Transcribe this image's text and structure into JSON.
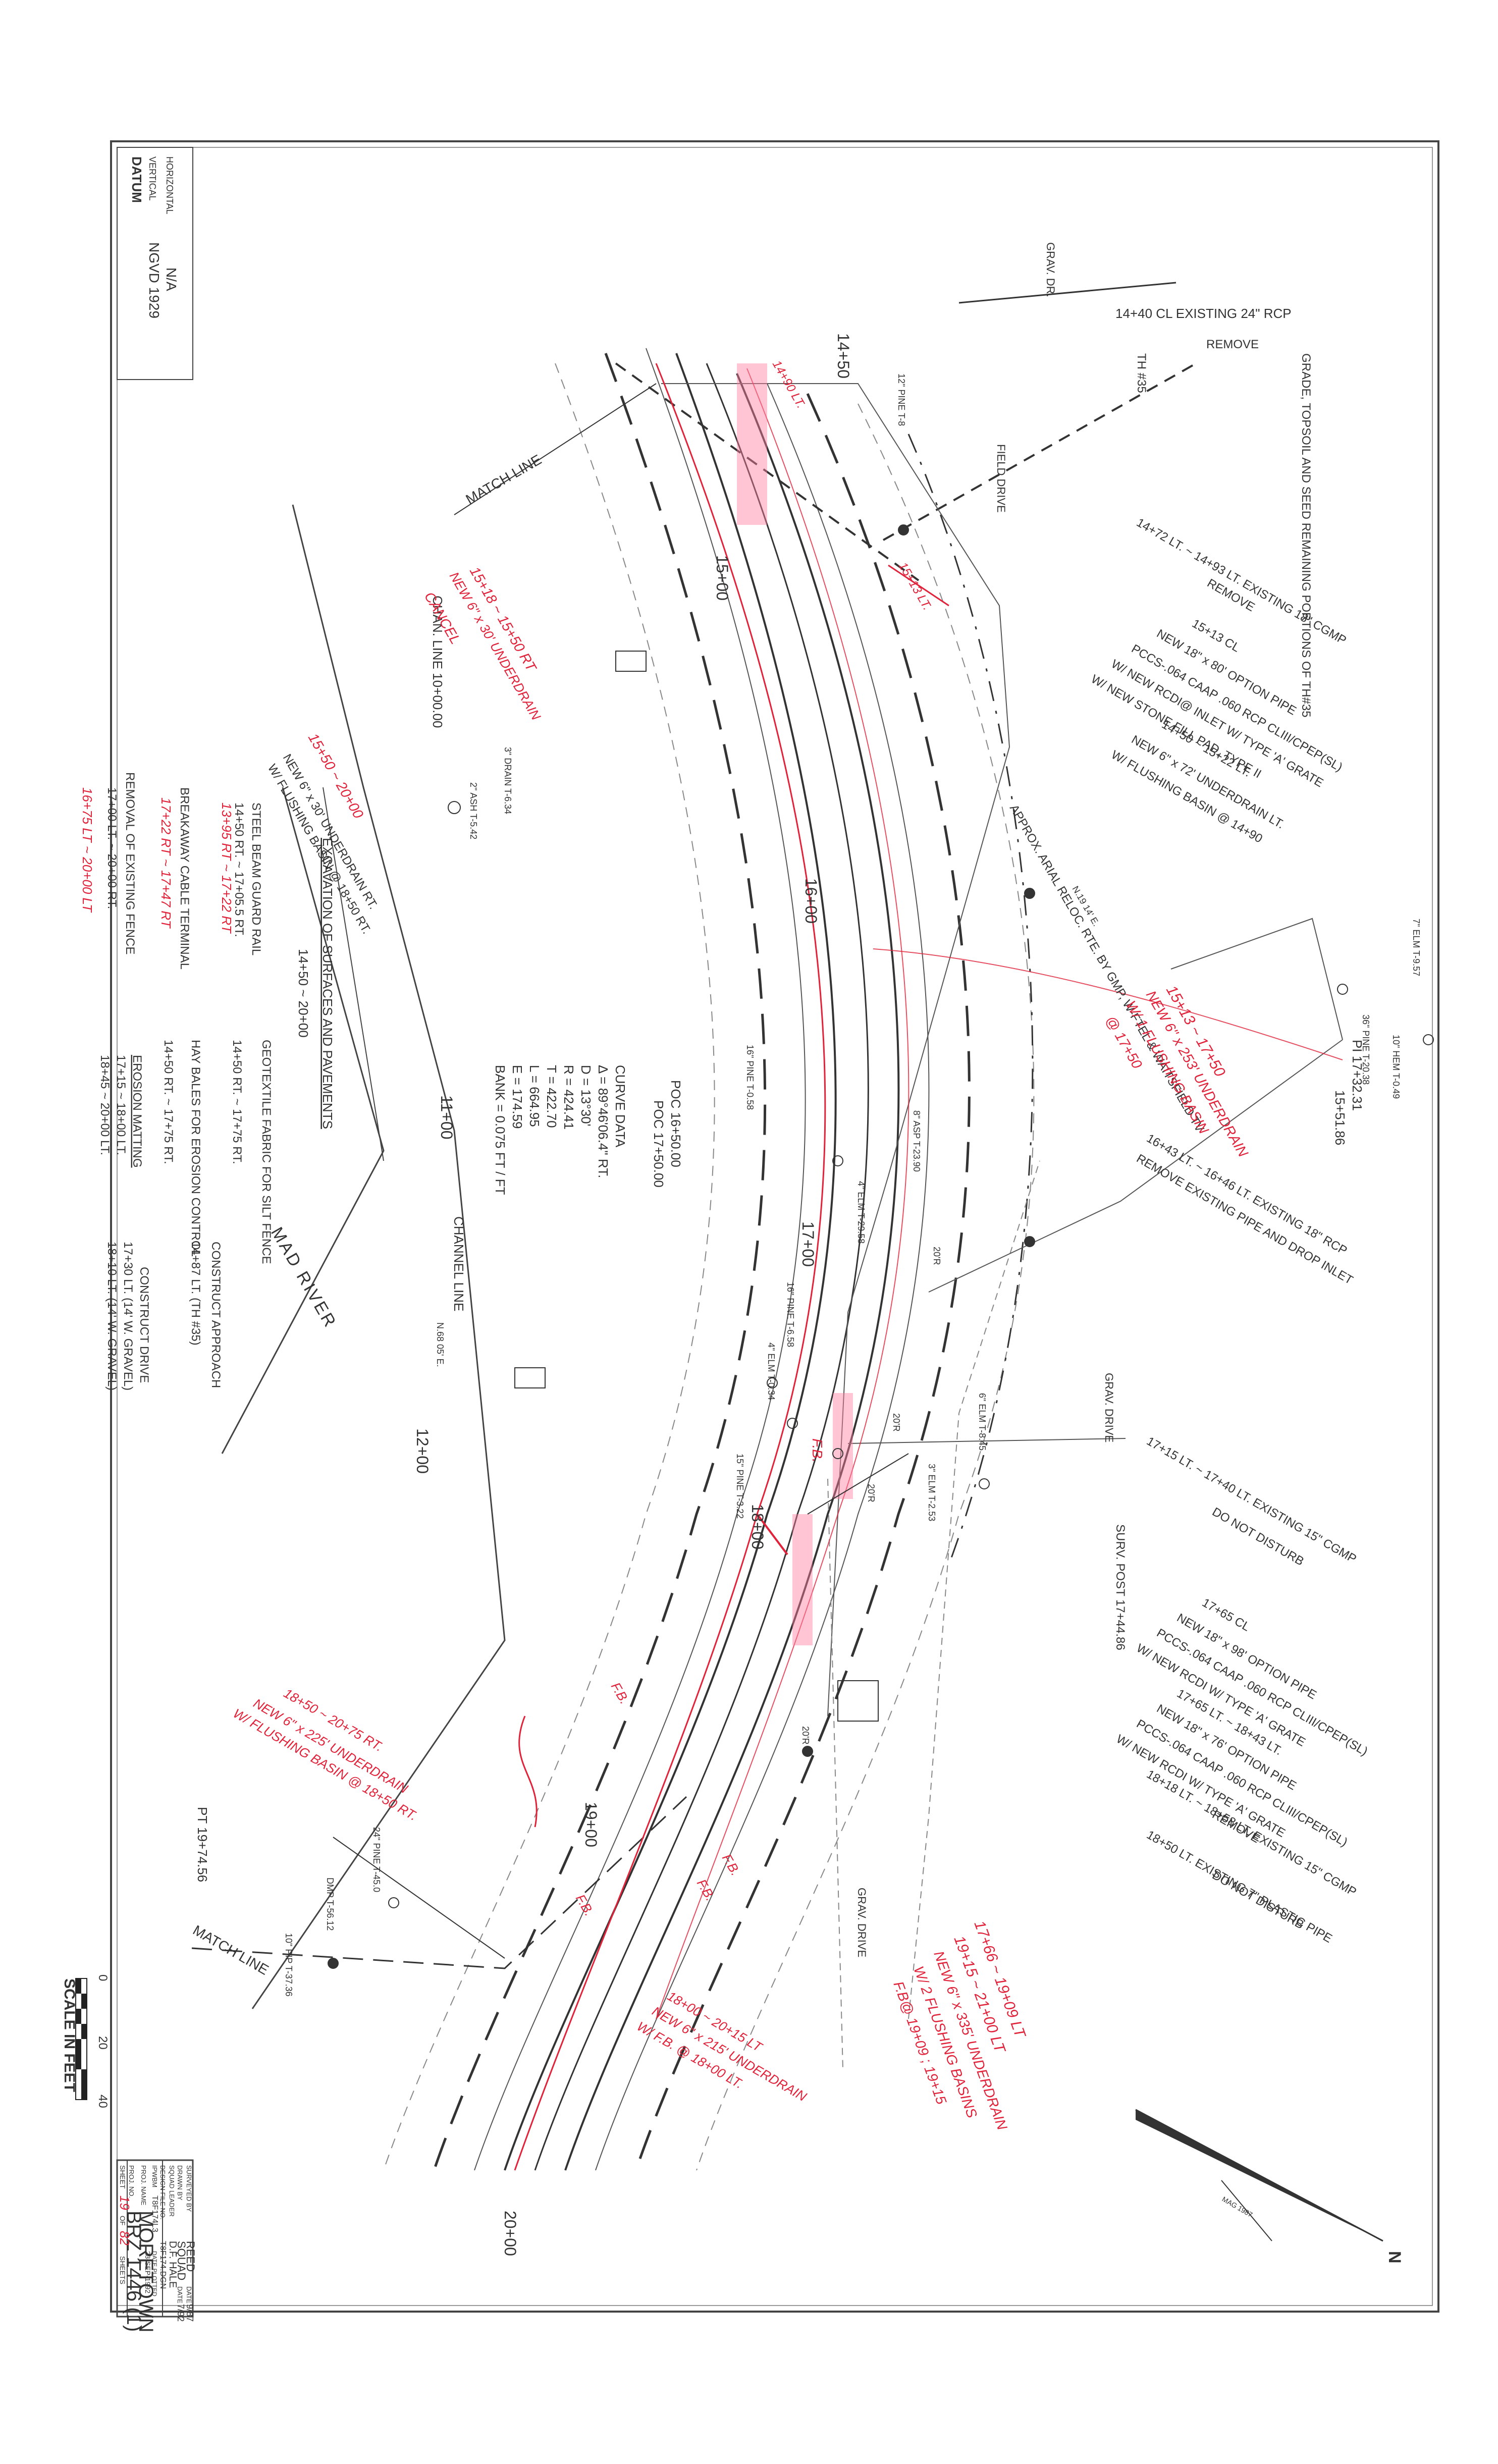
{
  "datum": {
    "title": "DATUM",
    "vertical_label": "VERTICAL",
    "vertical_value": "NGVD 1929",
    "horizontal_label": "HORIZONTAL",
    "horizontal_value": "N/A"
  },
  "scale": {
    "ticks": [
      "0",
      "20",
      "40"
    ],
    "caption": "SCALE IN FEET"
  },
  "north": {
    "label": "N",
    "mag_label": "MAG 1987"
  },
  "title_block": {
    "surveyed_by_label": "SURVEYED BY",
    "surveyed_by": "REED",
    "surveyed_date_label": "DATE",
    "surveyed_date": "9/87",
    "drawn_by_label": "DRAWN BY",
    "drawn_by": "SQUAD",
    "drawn_date_label": "DATE",
    "drawn_date": "7/92",
    "squad_leader_label": "SQUAD LEADER",
    "squad_leader": "D.F. HALE",
    "design_file_label": "DESIGN FILE NO.",
    "design_file": "T8F174.DGN",
    "ipwbm_label": "IPWBM",
    "ipwbm": "T8F174L3",
    "plotted_label": "DATE PLOTTED",
    "plotted": "23-SEP-1992",
    "proj_name_label": "PROJ. NAME",
    "proj_name": "MORETOWN",
    "proj_no_label": "PROJ. NO.",
    "proj_no": "BRZ 1446 (1)",
    "sheet_label": "SHEET",
    "sheet_no": "19",
    "sheet_of": "OF",
    "sheet_total": "82",
    "sheets_label": "SHEETS"
  },
  "curve_data": {
    "title": "CURVE DATA",
    "lines": [
      "Δ = 89°46'06.4\" RT.",
      "D = 13°30'",
      "R = 424.41",
      "T = 422.70",
      "L = 664.95",
      "E = 174.59",
      "BANK = 0.075 FT / FT"
    ]
  },
  "stations": [
    "14+50",
    "15+00",
    "16+00",
    "17+00",
    "18+00",
    "19+00",
    "20+00",
    "11+00",
    "12+00"
  ],
  "plan_labels": {
    "match_line_top": "MATCH LINE",
    "match_line_bottom": "MATCH LINE",
    "chan_line": "CHAN. LINE 10+00.00",
    "channel_line": "CHANNEL LINE",
    "mad_river": "MAD RIVER",
    "poc1": "POC 16+50.00",
    "poc2": "POC 17+50.00",
    "pi": "PI 17+32.31",
    "pi2": "15+51.86",
    "pt": "PT 19+74.56",
    "th35": "TH #35",
    "grav_dr_top": "GRAV. DR.",
    "grav_dr_mid": "GRAV. DRIVE",
    "grav_dr_bot": "GRAV. DRIVE",
    "field_drive": "FIELD DRIVE",
    "surv_post": "SURV. POST 17+44.86",
    "reloc": "APPROX. ARIAL RELOC. RTE. BY GMP, W-FTEL & WAITSFIELD TV"
  },
  "notes_right": [
    "14+40 CL EXISTING 24\" RCP",
    "REMOVE",
    "GRADE, TOPSOIL AND SEED REMAINING PORTIONS OF TH#35",
    "14+72 LT. ~ 14+93 LT. EXISTING 18\" CGMP",
    "REMOVE",
    "15+13 CL",
    "NEW 18\" x 80' OPTION PIPE",
    "PCCS-.064 CAAP .060 RCP CLIII/CPEP(SL)",
    "W/ NEW RCDI@ INLET W/ TYPE 'A' GRATE",
    "W/ NEW STONE FILL PAD, TYPE II",
    "14+50 ~ 15+22 LT.",
    "NEW 6\" x 72' UNDERDRAIN LT.",
    "W/ FLUSHING BASIN @ 14+90",
    "16+43 LT. ~ 16+46 LT. EXISTING 18\" RCP",
    "REMOVE EXISTING PIPE AND DROP INLET",
    "17+15 LT. ~ 17+40 LT. EXISTING 15\" CGMP",
    "DO NOT DISTURB",
    "17+65 CL",
    "NEW 18\" x 98' OPTION PIPE",
    "PCCS-.064 CAAP .060 RCP CLIII/CPEP(SL)",
    "W/ NEW RCDI W/ TYPE 'A' GRATE",
    "17+65 LT. ~ 18+43 LT.",
    "NEW 18\" x 76' OPTION PIPE",
    "PCCS-.064 CAAP .060 RCP CLIII/CPEP(SL)",
    "W/ NEW RCDI W/ TYPE 'A' GRATE",
    "18+18 LT. ~ 18+58 LT. EXISTING 15\" CGMP",
    "REMOVE",
    "18+50 LT. EXISTING 7\" PLASTIC PIPE",
    "DO NOT DISTURB"
  ],
  "notes_left": [
    "EXCAVATION OF SURFACES AND PAVEMENTS",
    "14+50 ~ 20+00",
    "STEEL BEAM GUARD RAIL",
    "14+50 RT. ~ 17+05.5 RT.",
    "BREAKAWAY CABLE TERMINAL",
    "REMOVAL OF EXISTING FENCE",
    "17+00 LT. ~ 20+00 RT.",
    "GEOTEXTILE FABRIC FOR SILT FENCE",
    "14+50 RT. ~ 17+75 RT.",
    "HAY BALES FOR EROSION CONTROL",
    "14+50 RT. ~ 17+75 RT.",
    "EROSION MATTING",
    "17+15 ~ 18+00 LT.",
    "18+45 ~ 20+00 LT.",
    "CONSTRUCT APPROACH",
    "14+87 LT. (TH #35)",
    "CONSTRUCT DRIVE",
    "17+30 LT. (14' W. GRAVEL)",
    "18+10 LT. (14' W. GRAVEL)",
    "NEW 6\" x 30' UNDERDRAIN RT.",
    "W/ FLUSHING BASIN @ 18+50 RT."
  ],
  "handwritten": [
    "15+18 ~ 15+50 RT",
    "NEW 6\" x 30' UNDERDRAIN",
    "CANCEL",
    "15+50 ~ 20+00",
    "13+95 RT ~ 17+22 RT",
    "17+22 RT ~ 17+47 RT",
    "16+75 LT ~ 20+00 LT",
    "15+13 ~ 17+50",
    "NEW 6\" x 253' UNDERDRAIN",
    "W/ 1 FLUSHING BASIN",
    "@ 17+50",
    "18+50 ~ 20+75 RT.",
    "NEW 6\" x 225' UNDERDRAIN",
    "W/ FLUSHING BASIN @ 18+50 RT.",
    "17+66 ~ 19+09 LT",
    "19+15 ~ 21+00 LT",
    "NEW 6\" x 335' UNDERDRAIN",
    "W/ 2 FLUSHING BASINS",
    "F.B@ 19+09 ; 19+15",
    "18+00 ~ 20+15 LT",
    "NEW 6\" x 215' UNDERDRAIN",
    "W/ F.B. @ 18+00 LT.",
    "F.B.",
    "F.B.",
    "F.B.",
    "F.B.",
    "F.B.",
    "15+13 LT.",
    "14+90 LT."
  ],
  "elm_labels": [
    "7\" ELM T-9.57",
    "10\" HEM T-0.49",
    "36\" PINE T-20.38",
    "3\" DRAIN T-6.34",
    "2\" ASH T-5.42",
    "8\" ASP T-23.90",
    "4\" ELM T-29.58",
    "16\" PINE T-0.58",
    "16\" PINE T-6.58",
    "4\" ELM T-0.34",
    "15\" PINE T-3.22",
    "6\" ELM T-8.45",
    "3\" ELM T-2.53",
    "24\" PINE T-45.0",
    "10\" PIP T-37.36",
    "DMP T-56.12",
    "12\" PINE T-8"
  ],
  "dimension_labels": [
    "20'R",
    "20'R",
    "20'R",
    "20'R",
    "N.19 14' E.",
    "N.68 05' E."
  ],
  "colors": {
    "ink": "#333333",
    "red": "#e0233a",
    "highlight": "#ff7fa0",
    "paper": "#ffffff"
  }
}
